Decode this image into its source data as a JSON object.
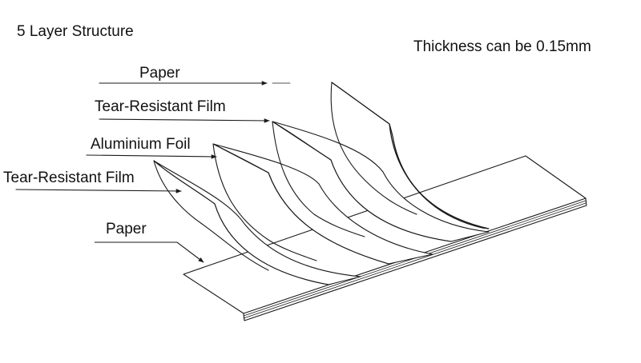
{
  "title": "5 Layer Structure",
  "note": "Thickness can be 0.15mm",
  "layers": [
    {
      "label": "Paper"
    },
    {
      "label": "Tear-Resistant Film"
    },
    {
      "label": "Aluminium Foil"
    },
    {
      "label": "Tear-Resistant Film"
    },
    {
      "label": "Paper"
    }
  ]
}
